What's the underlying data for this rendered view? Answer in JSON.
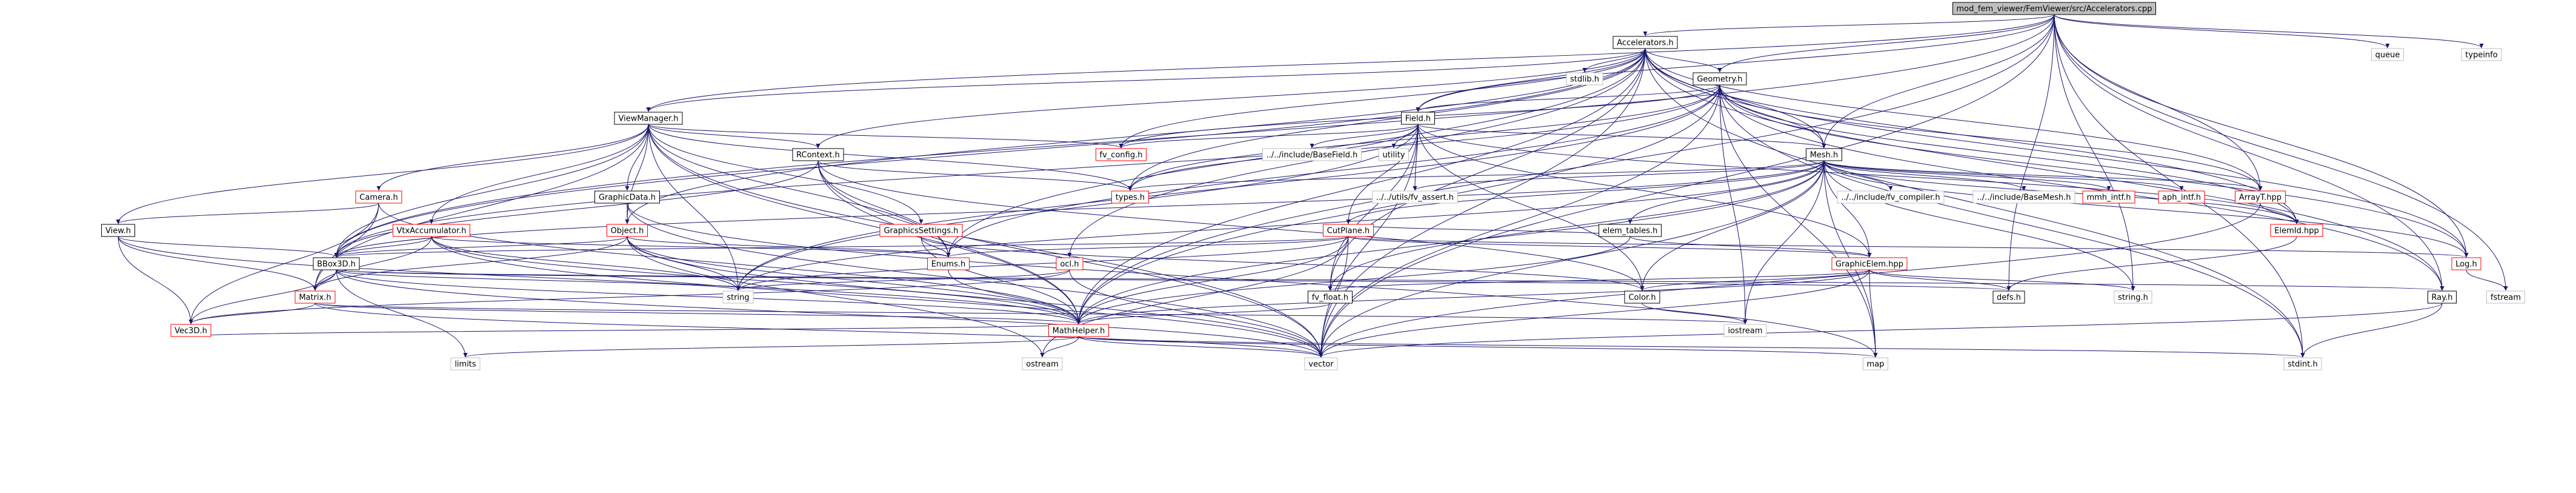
{
  "colors": {
    "edge": "#191970",
    "node_border": "#000000",
    "node_border_external": "#bfbfbf",
    "node_border_missing": "#ff0000",
    "node_fill": "#ffffff",
    "root_fill": "#bfbfbf",
    "text": "#000000"
  },
  "graph": {
    "root": "mod_fem_viewer/FemViewer/src/Accelerators.cpp",
    "nodes": [
      {
        "id": "root",
        "label": "mod_fem_viewer/FemViewer/src/Accelerators.cpp",
        "kind": "root"
      },
      {
        "id": "accel_h",
        "label": "Accelerators.h",
        "kind": "normal"
      },
      {
        "id": "queue",
        "label": "queue",
        "kind": "external"
      },
      {
        "id": "typeinfo",
        "label": "typeinfo",
        "kind": "external"
      },
      {
        "id": "stdlib",
        "label": "stdlib.h",
        "kind": "external"
      },
      {
        "id": "geometry",
        "label": "Geometry.h",
        "kind": "normal"
      },
      {
        "id": "field",
        "label": "Field.h",
        "kind": "normal"
      },
      {
        "id": "viewmanager",
        "label": "ViewManager.h",
        "kind": "normal"
      },
      {
        "id": "fv_config",
        "label": "fv_config.h",
        "kind": "missing"
      },
      {
        "id": "basefield",
        "label": "../../include/BaseField.h",
        "kind": "external"
      },
      {
        "id": "utility",
        "label": "utility",
        "kind": "external"
      },
      {
        "id": "rcontext",
        "label": "RContext.h",
        "kind": "normal"
      },
      {
        "id": "mesh",
        "label": "Mesh.h",
        "kind": "normal"
      },
      {
        "id": "types",
        "label": "types.h",
        "kind": "missing"
      },
      {
        "id": "camera",
        "label": "Camera.h",
        "kind": "missing"
      },
      {
        "id": "graphicdata",
        "label": "GraphicData.h",
        "kind": "normal"
      },
      {
        "id": "fv_assert",
        "label": "../../utils/fv_assert.h",
        "kind": "external"
      },
      {
        "id": "fv_compiler",
        "label": "../../include/fv_compiler.h",
        "kind": "external"
      },
      {
        "id": "basemesh",
        "label": "../../include/BaseMesh.h",
        "kind": "external"
      },
      {
        "id": "mmh_intf",
        "label": "mmh_intf.h",
        "kind": "missing"
      },
      {
        "id": "aph_intf",
        "label": "aph_intf.h",
        "kind": "missing"
      },
      {
        "id": "arrayt",
        "label": "ArrayT.hpp",
        "kind": "missing"
      },
      {
        "id": "elem_tables",
        "label": "elem_tables.h",
        "kind": "normal"
      },
      {
        "id": "elemid",
        "label": "ElemId.hpp",
        "kind": "missing"
      },
      {
        "id": "object",
        "label": "Object.h",
        "kind": "missing"
      },
      {
        "id": "view",
        "label": "View.h",
        "kind": "normal"
      },
      {
        "id": "vtxaccumulator",
        "label": "VtxAccumulator.h",
        "kind": "missing"
      },
      {
        "id": "graphicssettings",
        "label": "GraphicsSettings.h",
        "kind": "missing"
      },
      {
        "id": "cutplane",
        "label": "CutPlane.h",
        "kind": "missing"
      },
      {
        "id": "bbox3d",
        "label": "BBox3D.h",
        "kind": "normal"
      },
      {
        "id": "enums",
        "label": "Enums.h",
        "kind": "missing"
      },
      {
        "id": "ocl",
        "label": "ocl.h",
        "kind": "missing"
      },
      {
        "id": "graphicelem",
        "label": "GraphicElem.hpp",
        "kind": "missing"
      },
      {
        "id": "log",
        "label": "Log.h",
        "kind": "missing"
      },
      {
        "id": "matrix",
        "label": "Matrix.h",
        "kind": "missing"
      },
      {
        "id": "string",
        "label": "string",
        "kind": "external"
      },
      {
        "id": "defs",
        "label": "defs.h",
        "kind": "normal"
      },
      {
        "id": "fv_float",
        "label": "fv_float.h",
        "kind": "normal"
      },
      {
        "id": "color",
        "label": "Color.h",
        "kind": "normal"
      },
      {
        "id": "string_h",
        "label": "string.h",
        "kind": "external"
      },
      {
        "id": "ray",
        "label": "Ray.h",
        "kind": "normal"
      },
      {
        "id": "fstream",
        "label": "fstream",
        "kind": "external"
      },
      {
        "id": "vec3d",
        "label": "Vec3D.h",
        "kind": "missing"
      },
      {
        "id": "mathhelper",
        "label": "MathHelper.h",
        "kind": "missing"
      },
      {
        "id": "iostream",
        "label": "iostream",
        "kind": "external"
      },
      {
        "id": "climits",
        "label": "limits",
        "kind": "external"
      },
      {
        "id": "ostream",
        "label": "ostream",
        "kind": "external"
      },
      {
        "id": "vector",
        "label": "vector",
        "kind": "external"
      },
      {
        "id": "map",
        "label": "map",
        "kind": "external"
      },
      {
        "id": "stdint",
        "label": "stdint.h",
        "kind": "external"
      }
    ],
    "edges": [
      [
        "root",
        "accel_h"
      ],
      [
        "root",
        "queue"
      ],
      [
        "root",
        "typeinfo"
      ],
      [
        "root",
        "geometry"
      ],
      [
        "root",
        "field"
      ],
      [
        "root",
        "viewmanager"
      ],
      [
        "root",
        "mesh"
      ],
      [
        "root",
        "bbox3d"
      ],
      [
        "root",
        "arrayt"
      ],
      [
        "root",
        "log"
      ],
      [
        "root",
        "defs"
      ],
      [
        "root",
        "string_h"
      ],
      [
        "root",
        "ray"
      ],
      [
        "root",
        "fstream"
      ],
      [
        "root",
        "vector"
      ],
      [
        "root",
        "mathhelper"
      ],
      [
        "root",
        "stdint"
      ],
      [
        "accel_h",
        "stdlib"
      ],
      [
        "accel_h",
        "geometry"
      ],
      [
        "accel_h",
        "field"
      ],
      [
        "accel_h",
        "viewmanager"
      ],
      [
        "accel_h",
        "mesh"
      ],
      [
        "accel_h",
        "rcontext"
      ],
      [
        "accel_h",
        "object"
      ],
      [
        "accel_h",
        "bbox3d"
      ],
      [
        "accel_h",
        "types"
      ],
      [
        "accel_h",
        "fv_config"
      ],
      [
        "accel_h",
        "arrayt"
      ],
      [
        "accel_h",
        "elemid"
      ],
      [
        "accel_h",
        "enums"
      ],
      [
        "accel_h",
        "ocl"
      ],
      [
        "accel_h",
        "fv_float"
      ],
      [
        "accel_h",
        "mathhelper"
      ],
      [
        "accel_h",
        "vector"
      ],
      [
        "accel_h",
        "stdint"
      ],
      [
        "accel_h",
        "log"
      ],
      [
        "accel_h",
        "ray"
      ],
      [
        "geometry",
        "field"
      ],
      [
        "geometry",
        "mesh"
      ],
      [
        "geometry",
        "fv_config"
      ],
      [
        "geometry",
        "types"
      ],
      [
        "geometry",
        "bbox3d"
      ],
      [
        "geometry",
        "elemid"
      ],
      [
        "geometry",
        "log"
      ],
      [
        "geometry",
        "arrayt"
      ],
      [
        "geometry",
        "mathhelper"
      ],
      [
        "geometry",
        "string"
      ],
      [
        "geometry",
        "ray"
      ],
      [
        "geometry",
        "vector"
      ],
      [
        "geometry",
        "stdint"
      ],
      [
        "geometry",
        "enums"
      ],
      [
        "geometry",
        "map"
      ],
      [
        "geometry",
        "iostream"
      ],
      [
        "field",
        "fv_config"
      ],
      [
        "field",
        "basefield"
      ],
      [
        "field",
        "utility"
      ],
      [
        "field",
        "mesh"
      ],
      [
        "field",
        "types"
      ],
      [
        "field",
        "cutplane"
      ],
      [
        "field",
        "fv_float"
      ],
      [
        "field",
        "fv_assert"
      ],
      [
        "field",
        "graphicelem"
      ],
      [
        "field",
        "string"
      ],
      [
        "field",
        "vector"
      ],
      [
        "field",
        "elemid"
      ],
      [
        "field",
        "color"
      ],
      [
        "viewmanager",
        "fv_config"
      ],
      [
        "viewmanager",
        "rcontext"
      ],
      [
        "viewmanager",
        "camera"
      ],
      [
        "viewmanager",
        "graphicdata"
      ],
      [
        "viewmanager",
        "object"
      ],
      [
        "viewmanager",
        "view"
      ],
      [
        "viewmanager",
        "graphicssettings"
      ],
      [
        "viewmanager",
        "bbox3d"
      ],
      [
        "viewmanager",
        "enums"
      ],
      [
        "viewmanager",
        "string"
      ],
      [
        "viewmanager",
        "vector"
      ],
      [
        "viewmanager",
        "types"
      ],
      [
        "viewmanager",
        "vtxaccumulator"
      ],
      [
        "viewmanager",
        "matrix"
      ],
      [
        "viewmanager",
        "mathhelper"
      ],
      [
        "rcontext",
        "enums"
      ],
      [
        "rcontext",
        "vector"
      ],
      [
        "rcontext",
        "types"
      ],
      [
        "rcontext",
        "mathhelper"
      ],
      [
        "rcontext",
        "color"
      ],
      [
        "rcontext",
        "bbox3d"
      ],
      [
        "mesh",
        "fv_compiler"
      ],
      [
        "mesh",
        "basemesh"
      ],
      [
        "mesh",
        "mmh_intf"
      ],
      [
        "mesh",
        "aph_intf"
      ],
      [
        "mesh",
        "arrayt"
      ],
      [
        "mesh",
        "elem_tables"
      ],
      [
        "mesh",
        "elemid"
      ],
      [
        "mesh",
        "fv_assert"
      ],
      [
        "mesh",
        "types"
      ],
      [
        "mesh",
        "graphicelem"
      ],
      [
        "mesh",
        "cutplane"
      ],
      [
        "mesh",
        "bbox3d"
      ],
      [
        "mesh",
        "log"
      ],
      [
        "mesh",
        "color"
      ],
      [
        "mesh",
        "fv_float"
      ],
      [
        "mesh",
        "string_h"
      ],
      [
        "mesh",
        "string"
      ],
      [
        "mesh",
        "vector"
      ],
      [
        "mesh",
        "map"
      ],
      [
        "mesh",
        "mathhelper"
      ],
      [
        "mesh",
        "iostream"
      ],
      [
        "camera",
        "view"
      ],
      [
        "camera",
        "matrix"
      ],
      [
        "camera",
        "vec3d"
      ],
      [
        "camera",
        "mathhelper"
      ],
      [
        "graphicdata",
        "object"
      ],
      [
        "graphicdata",
        "map"
      ],
      [
        "graphicdata",
        "vector"
      ],
      [
        "elem_tables",
        "graphicelem"
      ],
      [
        "elem_tables",
        "cutplane"
      ],
      [
        "elem_tables",
        "mathhelper"
      ],
      [
        "arrayt",
        "elemid"
      ],
      [
        "arrayt",
        "vector"
      ],
      [
        "elemid",
        "defs"
      ],
      [
        "object",
        "bbox3d"
      ],
      [
        "object",
        "string"
      ],
      [
        "object",
        "vector"
      ],
      [
        "object",
        "mathhelper"
      ],
      [
        "object",
        "enums"
      ],
      [
        "object",
        "matrix"
      ],
      [
        "object",
        "ostream"
      ],
      [
        "view",
        "bbox3d"
      ],
      [
        "view",
        "matrix"
      ],
      [
        "view",
        "vec3d"
      ],
      [
        "view",
        "mathhelper"
      ],
      [
        "vtxaccumulator",
        "bbox3d"
      ],
      [
        "vtxaccumulator",
        "matrix"
      ],
      [
        "vtxaccumulator",
        "enums"
      ],
      [
        "vtxaccumulator",
        "mathhelper"
      ],
      [
        "vtxaccumulator",
        "string"
      ],
      [
        "vtxaccumulator",
        "vector"
      ],
      [
        "graphicssettings",
        "enums"
      ],
      [
        "graphicssettings",
        "mathhelper"
      ],
      [
        "graphicssettings",
        "color"
      ],
      [
        "cutplane",
        "enums"
      ],
      [
        "cutplane",
        "log"
      ],
      [
        "cutplane",
        "bbox3d"
      ],
      [
        "cutplane",
        "graphicelem"
      ],
      [
        "cutplane",
        "mathhelper"
      ],
      [
        "cutplane",
        "vector"
      ],
      [
        "cutplane",
        "ostream"
      ],
      [
        "cutplane",
        "string"
      ],
      [
        "bbox3d",
        "matrix"
      ],
      [
        "bbox3d",
        "vec3d"
      ],
      [
        "bbox3d",
        "mathhelper"
      ],
      [
        "bbox3d",
        "defs"
      ],
      [
        "bbox3d",
        "ray"
      ],
      [
        "bbox3d",
        "string"
      ],
      [
        "bbox3d",
        "climits"
      ],
      [
        "bbox3d",
        "vector"
      ],
      [
        "enums",
        "mathhelper"
      ],
      [
        "ocl",
        "vector"
      ],
      [
        "ocl",
        "string"
      ],
      [
        "ocl",
        "vec3d"
      ],
      [
        "graphicelem",
        "fv_float"
      ],
      [
        "graphicelem",
        "color"
      ],
      [
        "graphicelem",
        "defs"
      ],
      [
        "graphicelem",
        "mathhelper"
      ],
      [
        "graphicelem",
        "string_h"
      ],
      [
        "graphicelem",
        "vector"
      ],
      [
        "graphicelem",
        "map"
      ],
      [
        "log",
        "fstream"
      ],
      [
        "matrix",
        "vec3d"
      ],
      [
        "matrix",
        "mathhelper"
      ],
      [
        "matrix",
        "iostream"
      ],
      [
        "matrix",
        "vector"
      ],
      [
        "fv_float",
        "mathhelper"
      ],
      [
        "color",
        "iostream"
      ],
      [
        "ray",
        "vector"
      ],
      [
        "ray",
        "stdint"
      ],
      [
        "vec3d",
        "mathhelper"
      ],
      [
        "mathhelper",
        "climits"
      ],
      [
        "mathhelper",
        "ostream"
      ],
      [
        "mathhelper",
        "vector"
      ],
      [
        "mathhelper",
        "map"
      ],
      [
        "mathhelper",
        "stdint"
      ]
    ]
  }
}
